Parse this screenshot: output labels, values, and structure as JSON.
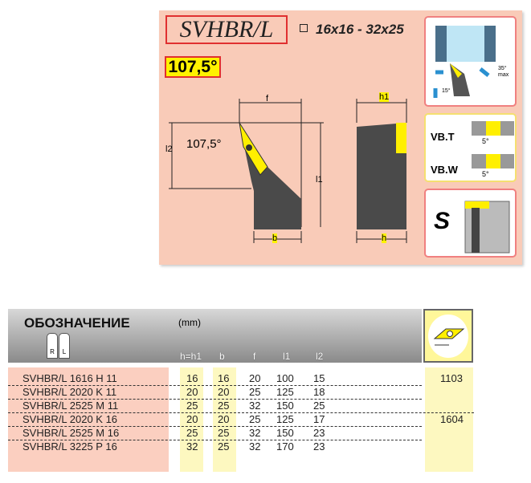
{
  "panel": {
    "title": "SVHBR/L",
    "size_range": "16x16 - 32x25",
    "approach_angle": "107,5°",
    "drawing_labels": {
      "f": "f",
      "l1": "l1",
      "l2": "l2",
      "b": "b",
      "h": "h",
      "h1": "h1",
      "angle": "107,5°",
      "deg35": "35°",
      "max": "max",
      "deg15": "15°"
    },
    "insert_types": [
      {
        "label": "VB.T",
        "angle": "5°"
      },
      {
        "label": "VB.W",
        "angle": "5°"
      }
    ],
    "clamp": "S"
  },
  "table": {
    "title": "ОБОЗНАЧЕНИЕ",
    "unit": "(mm)",
    "hand_labels": [
      "R",
      "L"
    ],
    "columns": [
      "h=h1",
      "b",
      "f",
      "l1",
      "l2"
    ],
    "rows": [
      {
        "designation": "SVHBR/L 1616 H 11",
        "h": "16",
        "b": "16",
        "f": "20",
        "l1": "100",
        "l2": "15",
        "insert": "1103"
      },
      {
        "designation": "SVHBR/L 2020 K 11",
        "h": "20",
        "b": "20",
        "f": "25",
        "l1": "125",
        "l2": "18",
        "insert": ""
      },
      {
        "designation": "SVHBR/L 2525 M 11",
        "h": "25",
        "b": "25",
        "f": "32",
        "l1": "150",
        "l2": "25",
        "insert": ""
      },
      {
        "designation": "SVHBR/L 2020 K 16",
        "h": "20",
        "b": "20",
        "f": "25",
        "l1": "125",
        "l2": "17",
        "insert": "1604"
      },
      {
        "designation": "SVHBR/L 2525 M 16",
        "h": "25",
        "b": "25",
        "f": "32",
        "l1": "150",
        "l2": "23",
        "insert": ""
      },
      {
        "designation": "SVHBR/L 3225 P 16",
        "h": "32",
        "b": "25",
        "f": "32",
        "l1": "170",
        "l2": "23",
        "insert": ""
      }
    ]
  }
}
